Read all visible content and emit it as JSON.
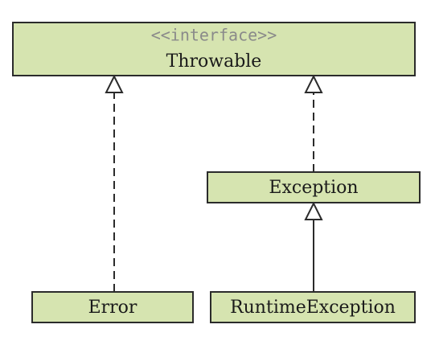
{
  "diagram": {
    "throwable": {
      "stereotype": "<<interface>>",
      "name": "Throwable"
    },
    "exception": {
      "name": "Exception"
    },
    "error": {
      "name": "Error"
    },
    "runtime_exception": {
      "name": "RuntimeException"
    }
  },
  "colors": {
    "box_fill": "#d6e4b0",
    "border": "#2b2b2b",
    "stereotype_text": "#8a8a8a"
  }
}
